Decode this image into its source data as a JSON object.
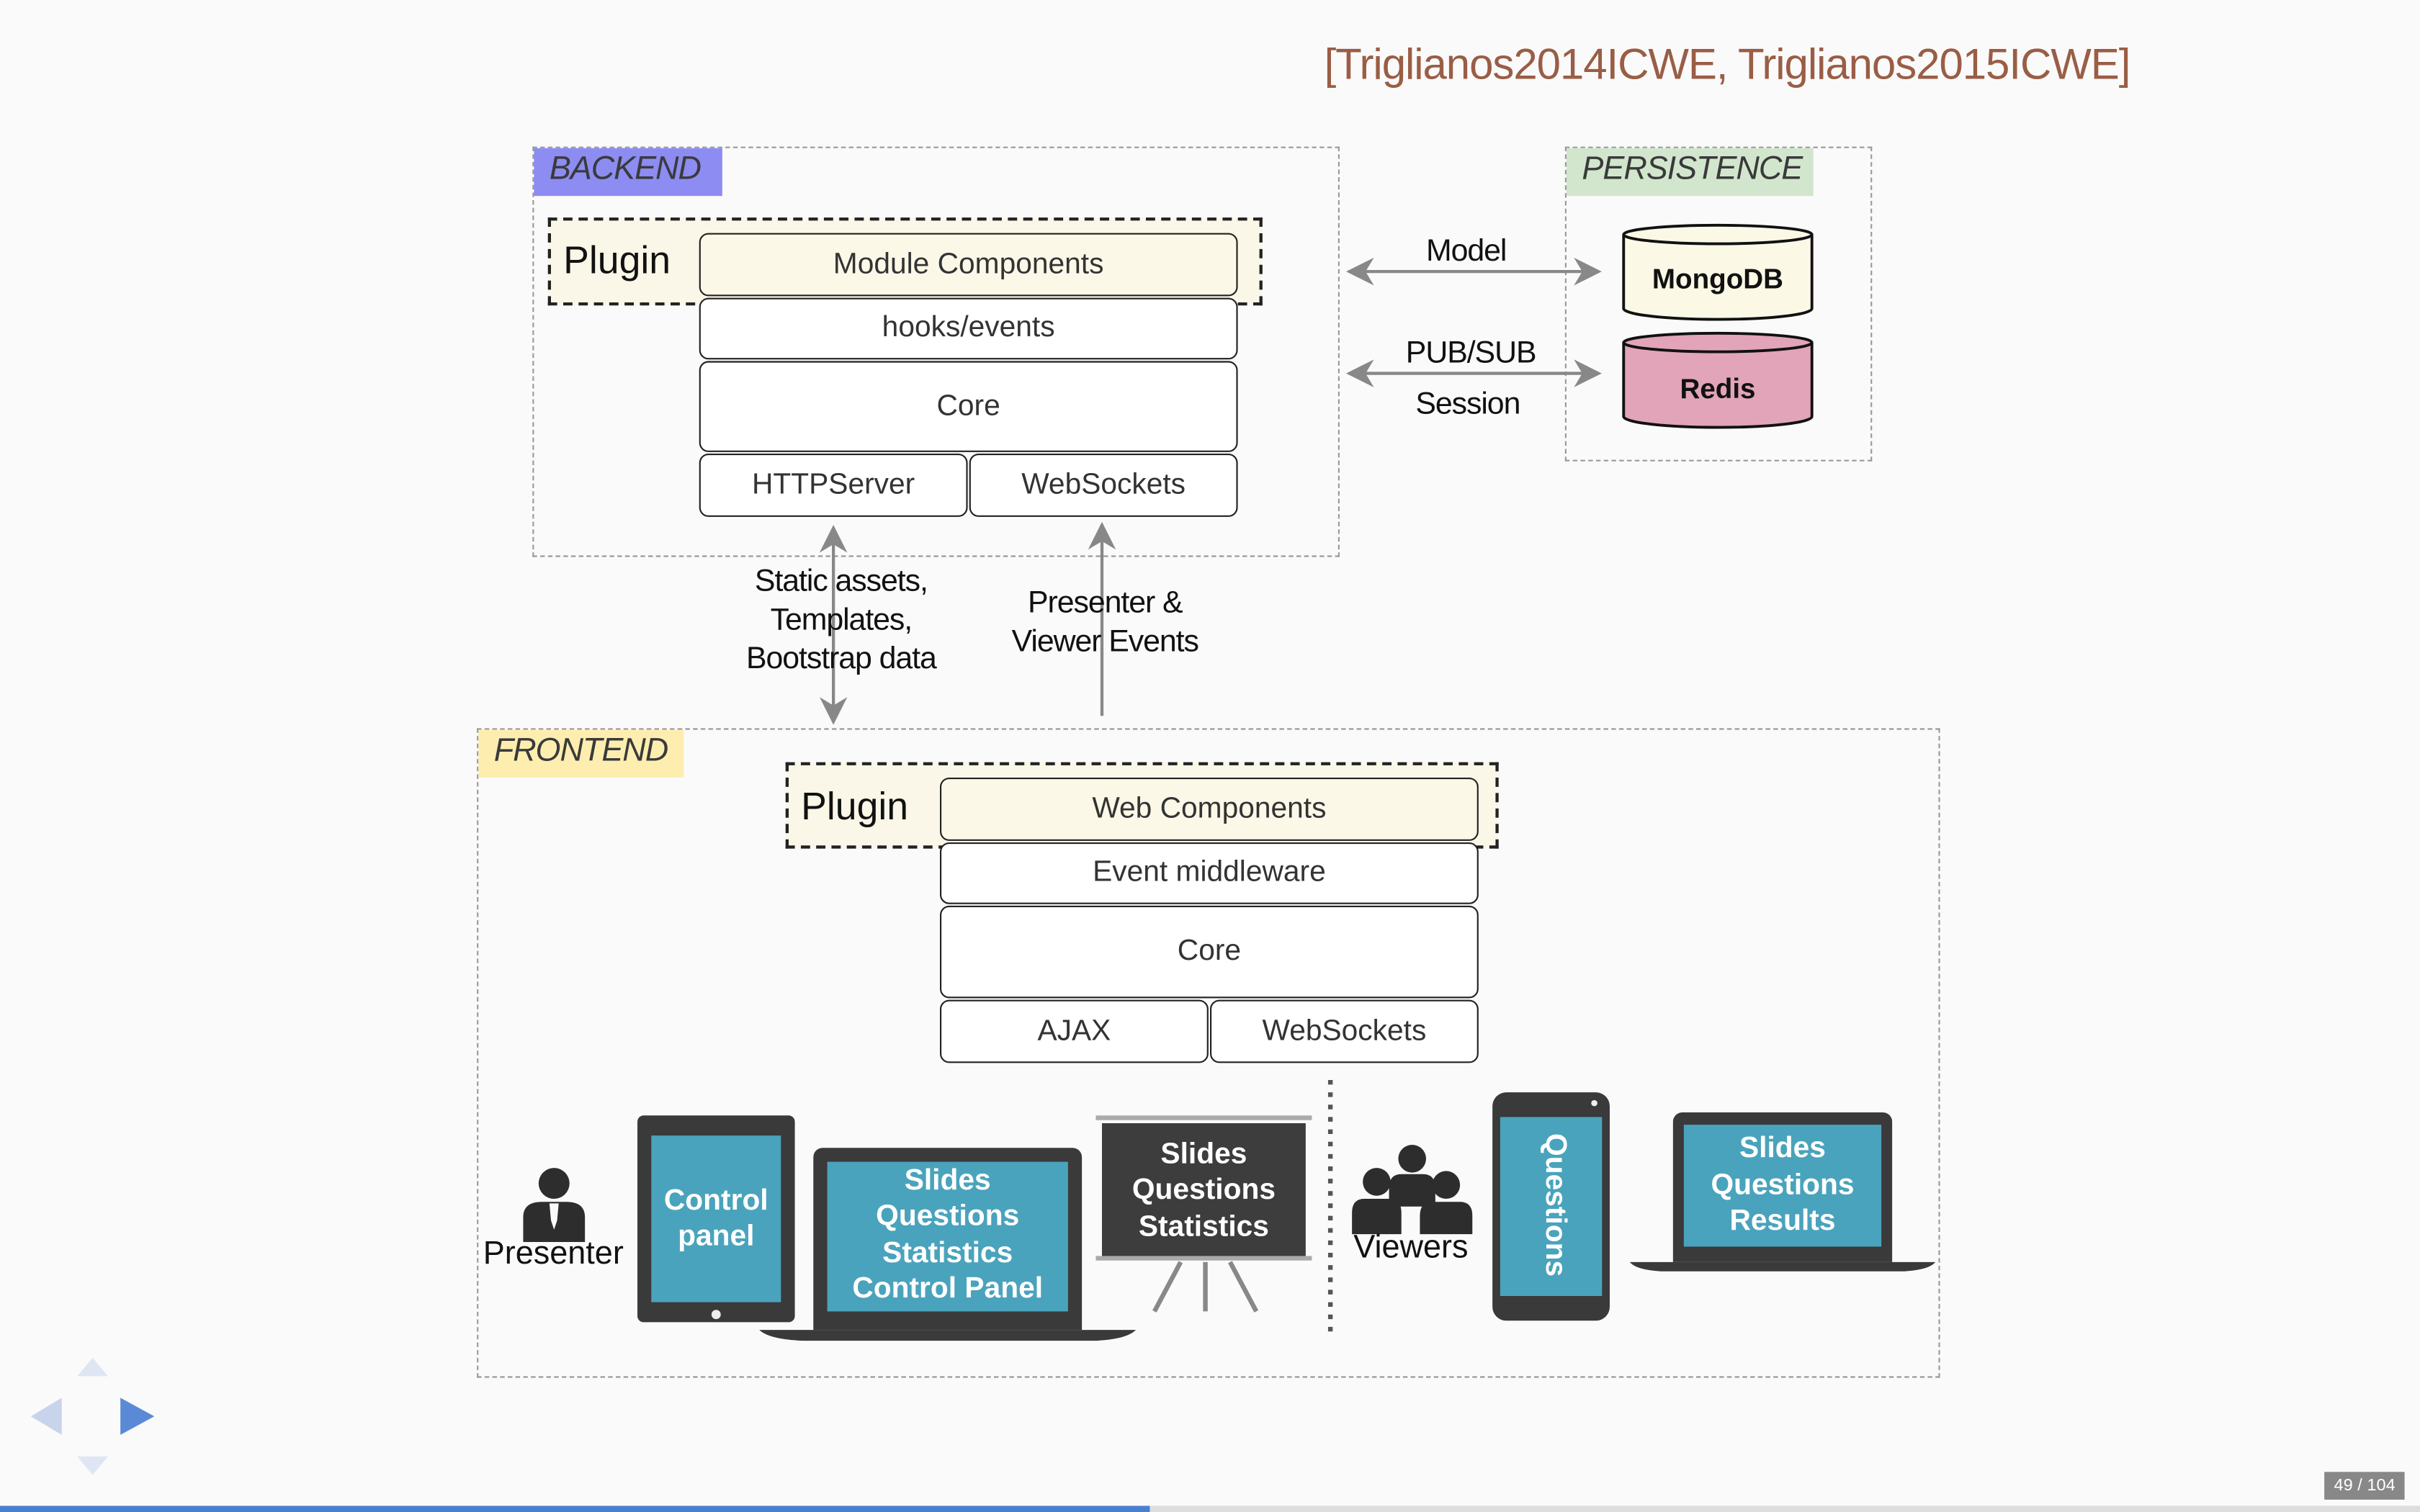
{
  "citation": "[Triglianos2014ICWE, Triglianos2015ICWE]",
  "backend": {
    "label": "BACKEND",
    "plugin_label": "Plugin",
    "module_components": "Module Components",
    "hooks": "hooks/events",
    "core": "Core",
    "http": "HTTPServer",
    "websockets": "WebSockets"
  },
  "persistence": {
    "label": "PERSISTENCE",
    "db1": "MongoDB",
    "db2": "Redis"
  },
  "connections": {
    "model": "Model",
    "pubsub": "PUB/SUB",
    "session": "Session",
    "static_line1": "Static assets,",
    "static_line2": "Templates,",
    "static_line3": "Bootstrap data",
    "events_line1": "Presenter &",
    "events_line2": "Viewer Events"
  },
  "frontend": {
    "label": "FRONTEND",
    "plugin_label": "Plugin",
    "web_components": "Web Components",
    "middleware": "Event middleware",
    "core": "Core",
    "ajax": "AJAX",
    "websockets": "WebSockets"
  },
  "presenter": {
    "label": "Presenter",
    "tablet_line1": "Control",
    "tablet_line2": "panel",
    "laptop_lines": [
      "Slides",
      "Questions",
      "Statistics",
      "Control Panel"
    ],
    "projector_lines": [
      "Slides",
      "Questions",
      "Statistics"
    ]
  },
  "viewers": {
    "label": "Viewers",
    "phone": "Questions",
    "laptop_lines": [
      "Slides",
      "Questions",
      "Results"
    ]
  },
  "page_counter": "49 / 104",
  "progress_fraction": 0.475,
  "colors": {
    "backend": "#8c8cf2",
    "persistence": "#d2e6cd",
    "frontend": "#fdeeb0",
    "redis": "#e2a4b9",
    "screen": "#4aa3bc",
    "citation": "#9a5d45"
  }
}
